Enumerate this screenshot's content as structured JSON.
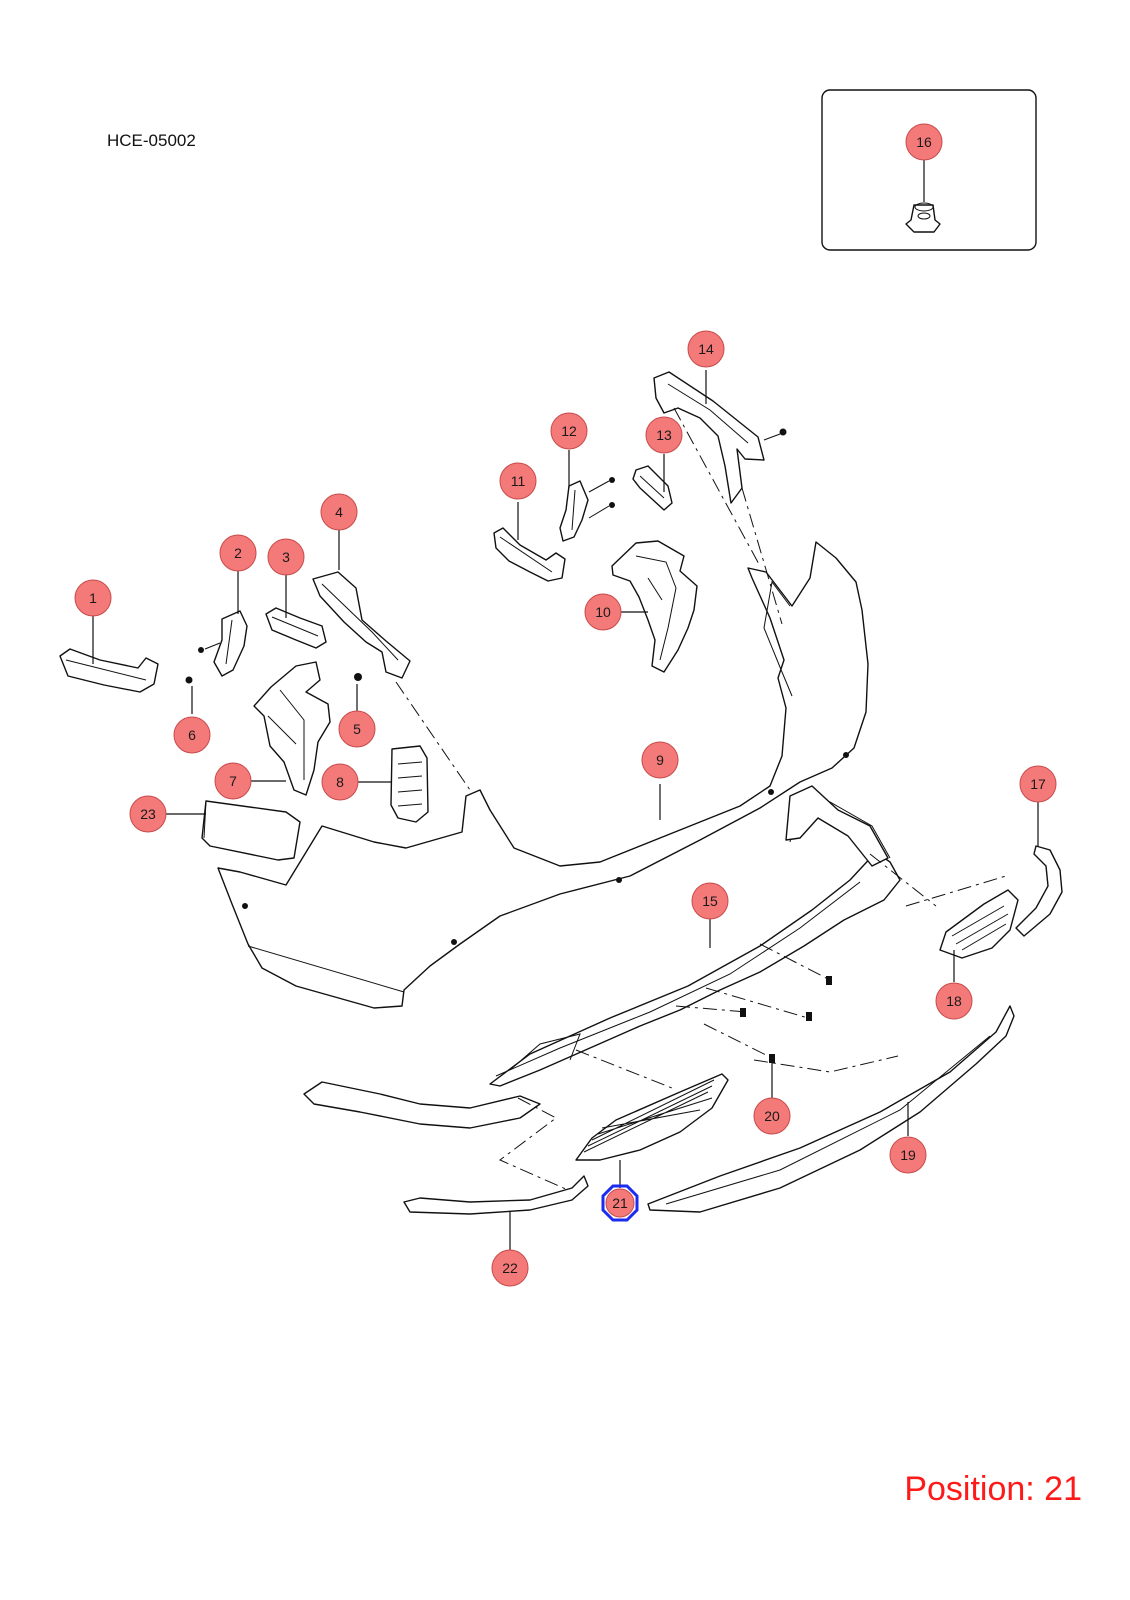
{
  "document_code": "HCE-05002",
  "position_label": "Position: 21",
  "selected_callout": "21",
  "colors": {
    "callout_fill": "#f47a7a",
    "callout_stroke": "#c84b4b",
    "selected_ring": "#1b2cf0",
    "position_text": "#ff1a1a",
    "line_art": "#111111"
  },
  "callouts": [
    {
      "id": "1",
      "label": "1"
    },
    {
      "id": "2",
      "label": "2"
    },
    {
      "id": "3",
      "label": "3"
    },
    {
      "id": "4",
      "label": "4"
    },
    {
      "id": "5",
      "label": "5"
    },
    {
      "id": "6",
      "label": "6"
    },
    {
      "id": "7",
      "label": "7"
    },
    {
      "id": "8",
      "label": "8"
    },
    {
      "id": "9",
      "label": "9"
    },
    {
      "id": "10",
      "label": "10"
    },
    {
      "id": "11",
      "label": "11"
    },
    {
      "id": "12",
      "label": "12"
    },
    {
      "id": "13",
      "label": "13"
    },
    {
      "id": "14",
      "label": "14"
    },
    {
      "id": "15",
      "label": "15"
    },
    {
      "id": "16",
      "label": "16"
    },
    {
      "id": "17",
      "label": "17"
    },
    {
      "id": "18",
      "label": "18"
    },
    {
      "id": "19",
      "label": "19"
    },
    {
      "id": "20",
      "label": "20"
    },
    {
      "id": "21",
      "label": "21"
    },
    {
      "id": "22",
      "label": "22"
    },
    {
      "id": "23",
      "label": "23"
    }
  ]
}
